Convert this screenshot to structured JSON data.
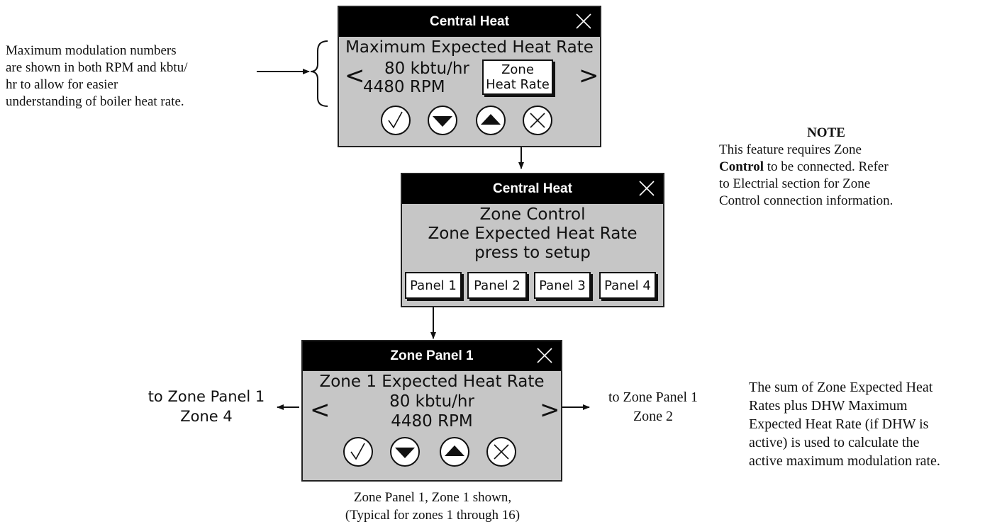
{
  "left_note": {
    "lines": [
      "Maximum modulation numbers",
      "are shown in both RPM and kbtu/",
      "hr to allow for easier",
      "understanding of boiler heat rate."
    ]
  },
  "screen1": {
    "title": "Central Heat",
    "line1": "Maximum Expected Heat Rate",
    "line2": "80 kbtu/hr",
    "line3": "4480 RPM",
    "button_line1": "Zone",
    "button_line2": "Heat Rate",
    "prev_label": "<",
    "next_label": ">"
  },
  "screen2": {
    "title": "Central Heat",
    "line1": "Zone Control",
    "line2": "Zone Expected Heat Rate",
    "line3": "press to setup",
    "panels": [
      "Panel 1",
      "Panel 2",
      "Panel 3",
      "Panel 4"
    ]
  },
  "screen3": {
    "title": "Zone Panel 1",
    "line1": "Zone 1 Expected Heat Rate",
    "line2": "80 kbtu/hr",
    "line3": "4480 RPM",
    "prev_label": "<",
    "next_label": ">"
  },
  "note": {
    "heading": "NOTE",
    "line1": "This feature requires Zone",
    "bold_word": "Control",
    "line2_rest": " to be connected.  Refer",
    "line3": "to Electrial section for Zone",
    "line4": "Control connection information."
  },
  "right_note": {
    "lines": [
      "The sum of Zone Expected Heat",
      "Rates plus DHW Maximum",
      "Expected Heat Rate (if DHW is",
      "active) is used to calculate the",
      "active maximum modulation rate."
    ]
  },
  "left_nav": {
    "line1": "to Zone Panel 1",
    "line2": "Zone 4"
  },
  "right_nav": {
    "line1": "to Zone Panel 1",
    "line2": "Zone 2"
  },
  "caption": {
    "line1": "Zone Panel 1, Zone 1 shown,",
    "line2": "(Typical for zones 1 through 16)"
  }
}
